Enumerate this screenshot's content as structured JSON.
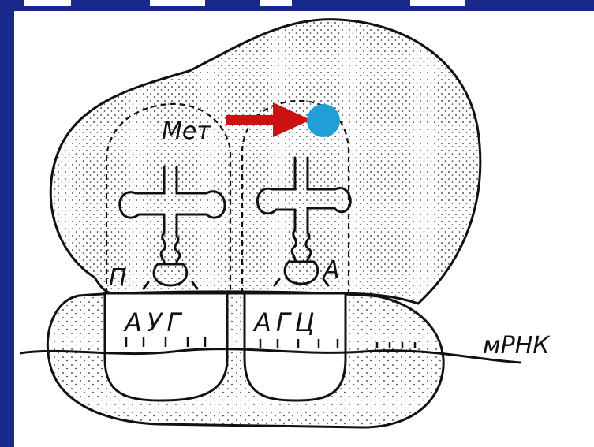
{
  "diagram": {
    "labels": {
      "amino_acid": "Мет",
      "site_p": "П",
      "site_a": "А",
      "codon_1": "АУГ",
      "codon_2": "АГЦ",
      "mrna": "мРНК"
    },
    "colors": {
      "background": "#1a2a8c",
      "panel": "#ffffff",
      "arrow": "#cc1111",
      "amino_acid_dot": "#1f9fd6",
      "ink": "#111111"
    }
  }
}
